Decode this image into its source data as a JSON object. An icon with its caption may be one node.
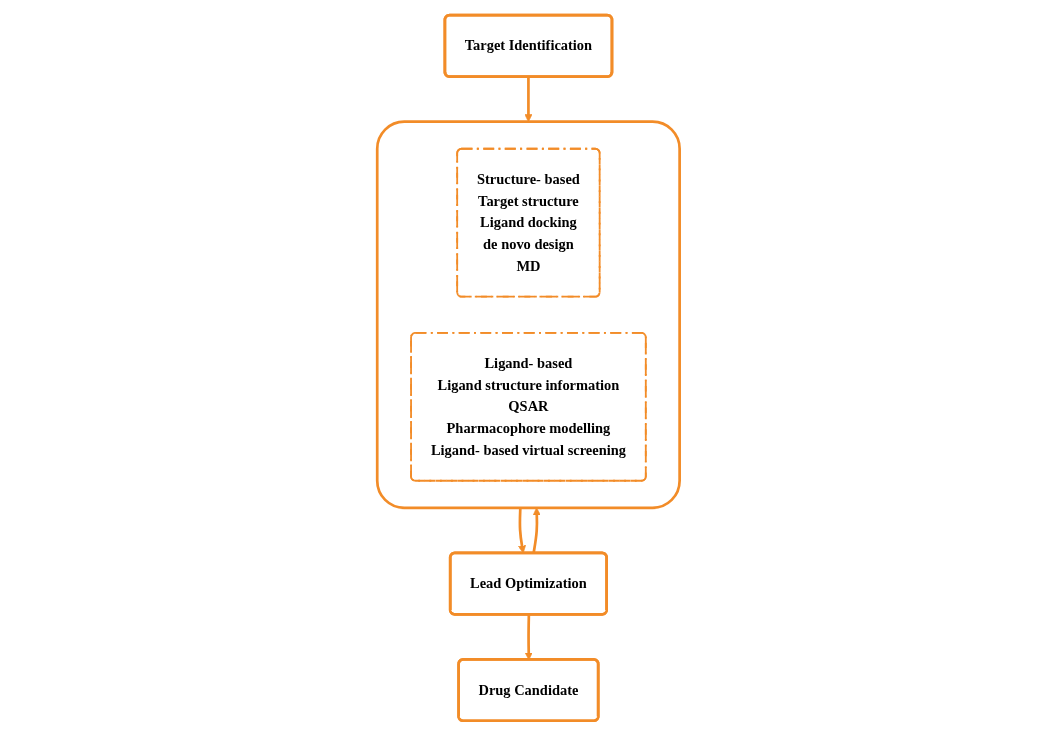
{
  "diagram": {
    "nodes": [
      {
        "text": [
          "Target Identification"
        ]
      },
      {
        "text": [],
        "shape": "box"
      },
      {
        "text": [
          "Structure- based",
          "Target structure",
          "Ligand docking",
          "de novo design",
          "MD"
        ],
        "in": 1
      },
      {
        "text": [
          "Ligand- based",
          "Ligand structure information",
          "QSAR",
          "Pharmacophore modelling",
          "Ligand- based virtual screening"
        ],
        "in": 1
      },
      {
        "text": [
          "Lead Optimization"
        ]
      },
      {
        "text": [
          "Drug Candidate"
        ]
      }
    ],
    "edges": [
      {
        "from": 0,
        "to": 1,
        "arrow": "to"
      },
      {
        "from": 1,
        "to": 4,
        "arrow": "to"
      },
      {
        "from": 4,
        "to": 1,
        "arrow": "to"
      },
      {
        "from": 4,
        "to": 5,
        "arrow": "to"
      }
    ]
  }
}
